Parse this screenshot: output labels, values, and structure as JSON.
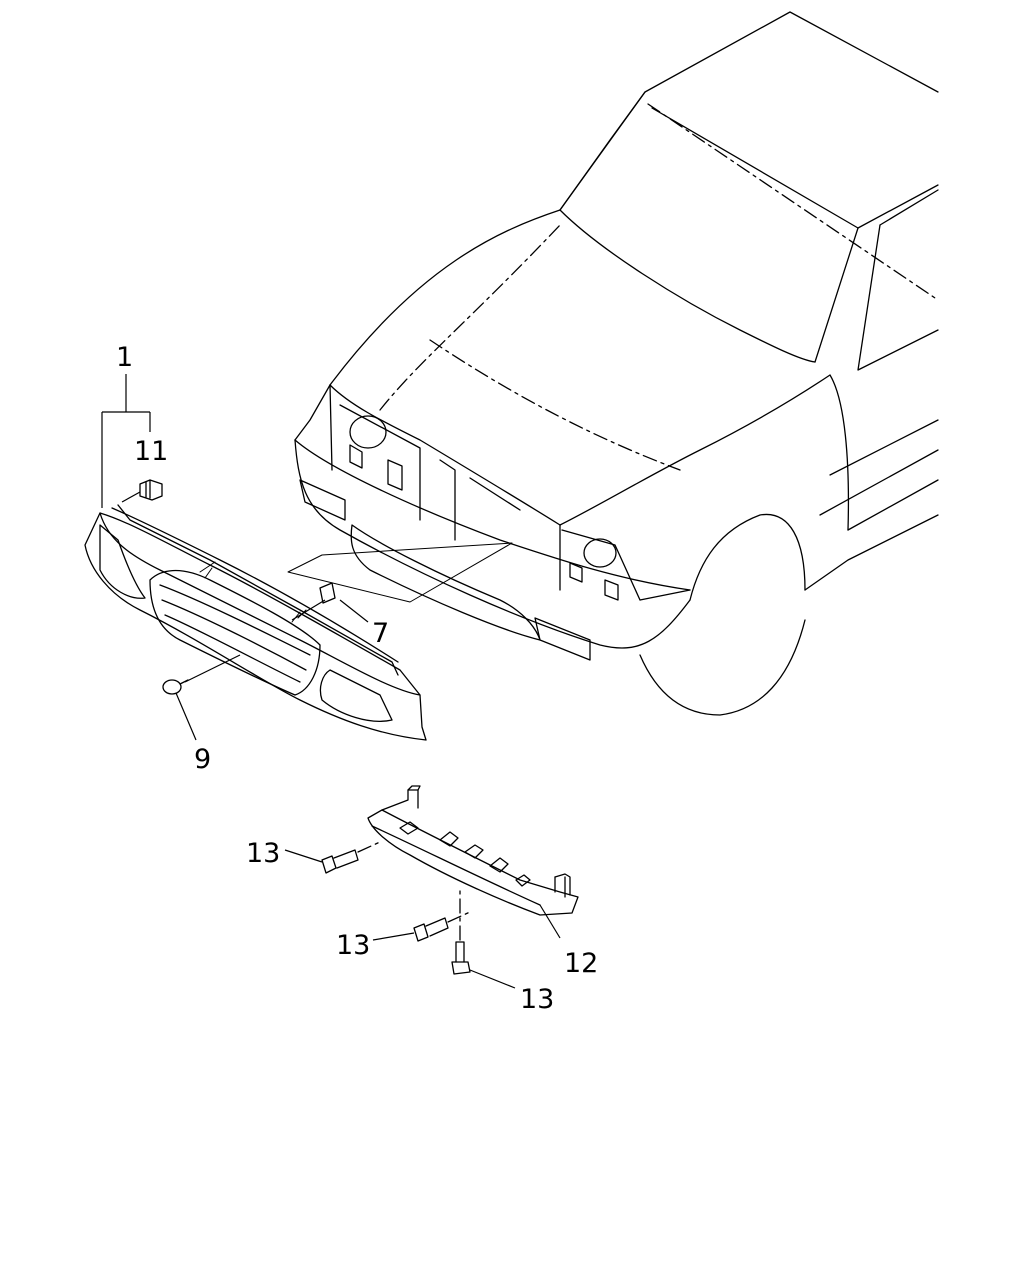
{
  "callouts": {
    "c1": "1",
    "c11": "11",
    "c7": "7",
    "c9": "9",
    "c13a": "13",
    "c13b": "13",
    "c13c": "13",
    "c12": "12"
  }
}
